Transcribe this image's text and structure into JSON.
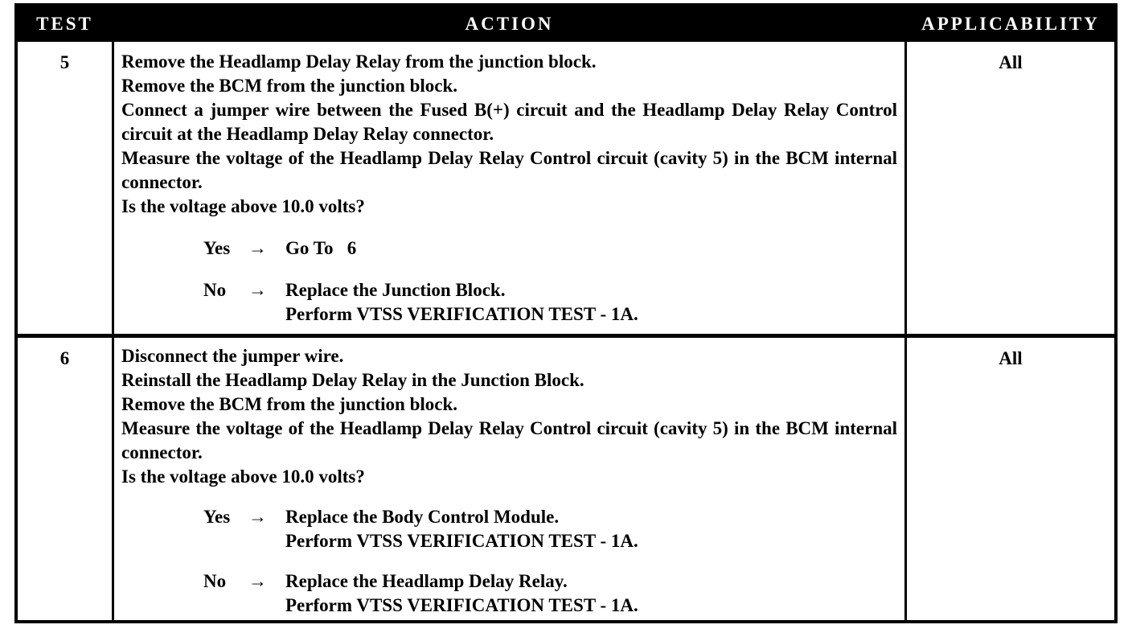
{
  "table": {
    "headers": {
      "test": "TEST",
      "action": "ACTION",
      "applicability": "APPLICABILITY"
    },
    "colors": {
      "header_bg": "#000000",
      "header_text": "#ffffff",
      "body_text": "#000000",
      "page_bg": "#ffffff"
    },
    "rows": [
      {
        "test": "5",
        "applicability": "All",
        "steps": [
          "Remove the Headlamp Delay Relay from the junction block.",
          "Remove the BCM from the junction block.",
          "Connect a jumper wire between the Fused B(+) circuit and the Headlamp Delay Relay Control circuit at the Headlamp Delay Relay connector.",
          "Measure the voltage of the Headlamp Delay Relay Control circuit (cavity 5) in the BCM internal connector.",
          "Is the voltage above 10.0 volts?"
        ],
        "answers": [
          {
            "label": "Yes",
            "arrow": "→",
            "lines": [
              "Go To   6",
              ""
            ]
          },
          {
            "label": "No",
            "arrow": "→",
            "lines": [
              "Replace the Junction Block.",
              "Perform VTSS VERIFICATION TEST - 1A."
            ]
          }
        ]
      },
      {
        "test": "6",
        "applicability": "All",
        "steps": [
          "Disconnect the jumper wire.",
          "Reinstall the Headlamp Delay Relay in the Junction Block.",
          "Remove the BCM from the junction block.",
          "Measure the voltage of the Headlamp Delay Relay Control circuit (cavity 5) in the BCM internal connector.",
          "Is the voltage above 10.0 volts?"
        ],
        "answers": [
          {
            "label": "Yes",
            "arrow": "→",
            "lines": [
              "Replace the Body Control Module.",
              "Perform VTSS VERIFICATION TEST - 1A."
            ]
          },
          {
            "label": "No",
            "arrow": "→",
            "lines": [
              "Replace the Headlamp Delay Relay.",
              "Perform VTSS VERIFICATION TEST - 1A."
            ]
          }
        ]
      }
    ]
  }
}
